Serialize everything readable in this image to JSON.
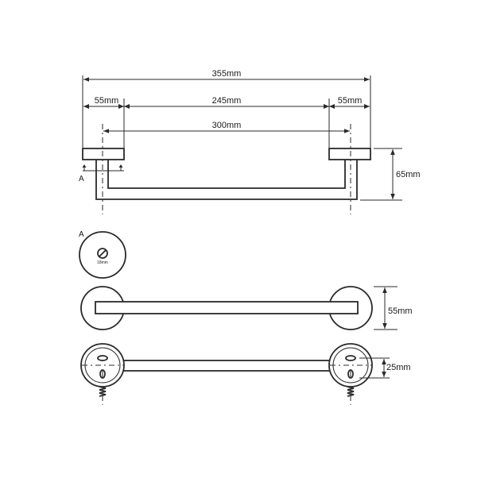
{
  "dimensions": {
    "overall": "355mm",
    "left_flange": "55mm",
    "inner": "245mm",
    "right_flange": "55mm",
    "centers": "300mm",
    "height": "65mm",
    "depth": "55mm",
    "fixing": "25mm"
  },
  "section": {
    "marker": "A",
    "detail_label": "A",
    "hole_size": "18mm"
  }
}
